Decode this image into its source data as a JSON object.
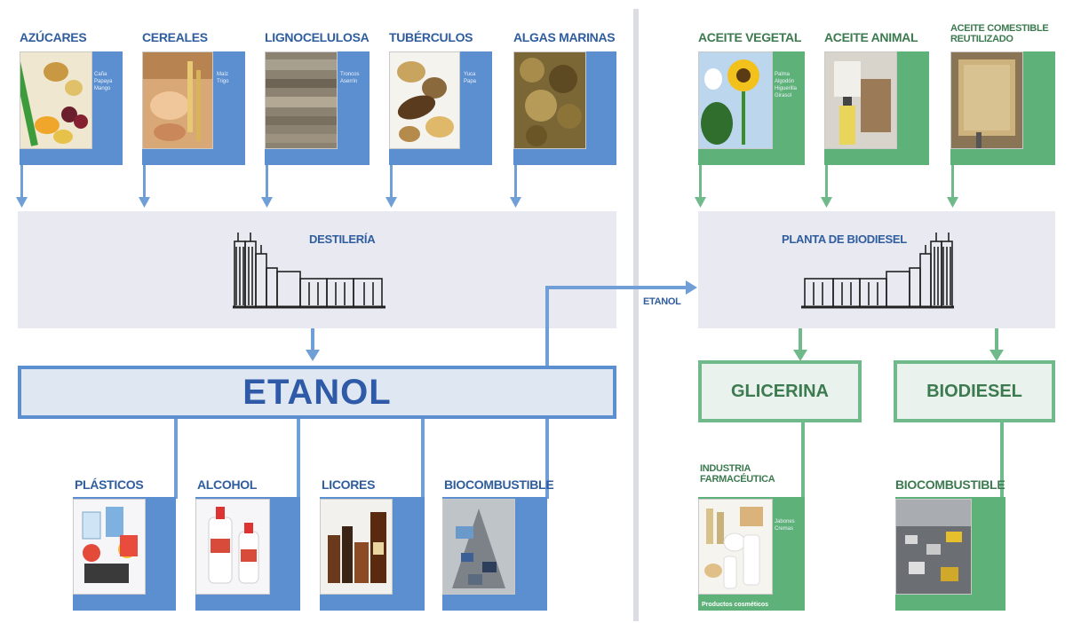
{
  "inputs_left": [
    {
      "label": "AZÚCARES",
      "items": [
        "Caña",
        "Papaya",
        "Mango"
      ]
    },
    {
      "label": "CEREALES",
      "items": [
        "Maíz",
        "Trigo"
      ]
    },
    {
      "label": "LIGNOCELULOSA",
      "items": [
        "Troncos",
        "Aserrín"
      ]
    },
    {
      "label": "TUBÉRCULOS",
      "items": [
        "Yuca",
        "Papa"
      ]
    },
    {
      "label": "ALGAS MARINAS",
      "items": []
    }
  ],
  "inputs_right": [
    {
      "label": "ACEITE VEGETAL",
      "items": [
        "Palma",
        "Algodón",
        "Higuerilla",
        "Girasol"
      ]
    },
    {
      "label": "ACEITE ANIMAL",
      "items": []
    },
    {
      "label": "ACEITE COMESTIBLE REUTILIZADO",
      "items": []
    }
  ],
  "process": {
    "destileria": "DESTILERÍA",
    "planta": "PLANTA DE BIODIESEL",
    "etanol_link": "ETANOL"
  },
  "products": {
    "etanol": "ETANOL",
    "glicerina": "GLICERINA",
    "biodiesel": "BIODIESEL"
  },
  "outputs_left": [
    {
      "label": "PLÁSTICOS"
    },
    {
      "label": "ALCOHOL"
    },
    {
      "label": "LICORES"
    },
    {
      "label": "BIOCOMBUSTIBLE"
    }
  ],
  "outputs_right": [
    {
      "label": "INDUSTRIA FARMACÉUTICA",
      "items": [
        "Jabones",
        "Cremas"
      ],
      "caption": "Productos cosméticos"
    },
    {
      "label": "BIOCOMBUSTIBLE"
    }
  ],
  "colors": {
    "blue": "#5b8fcf",
    "green": "#5fb17a",
    "band": "#e9e9f1"
  }
}
